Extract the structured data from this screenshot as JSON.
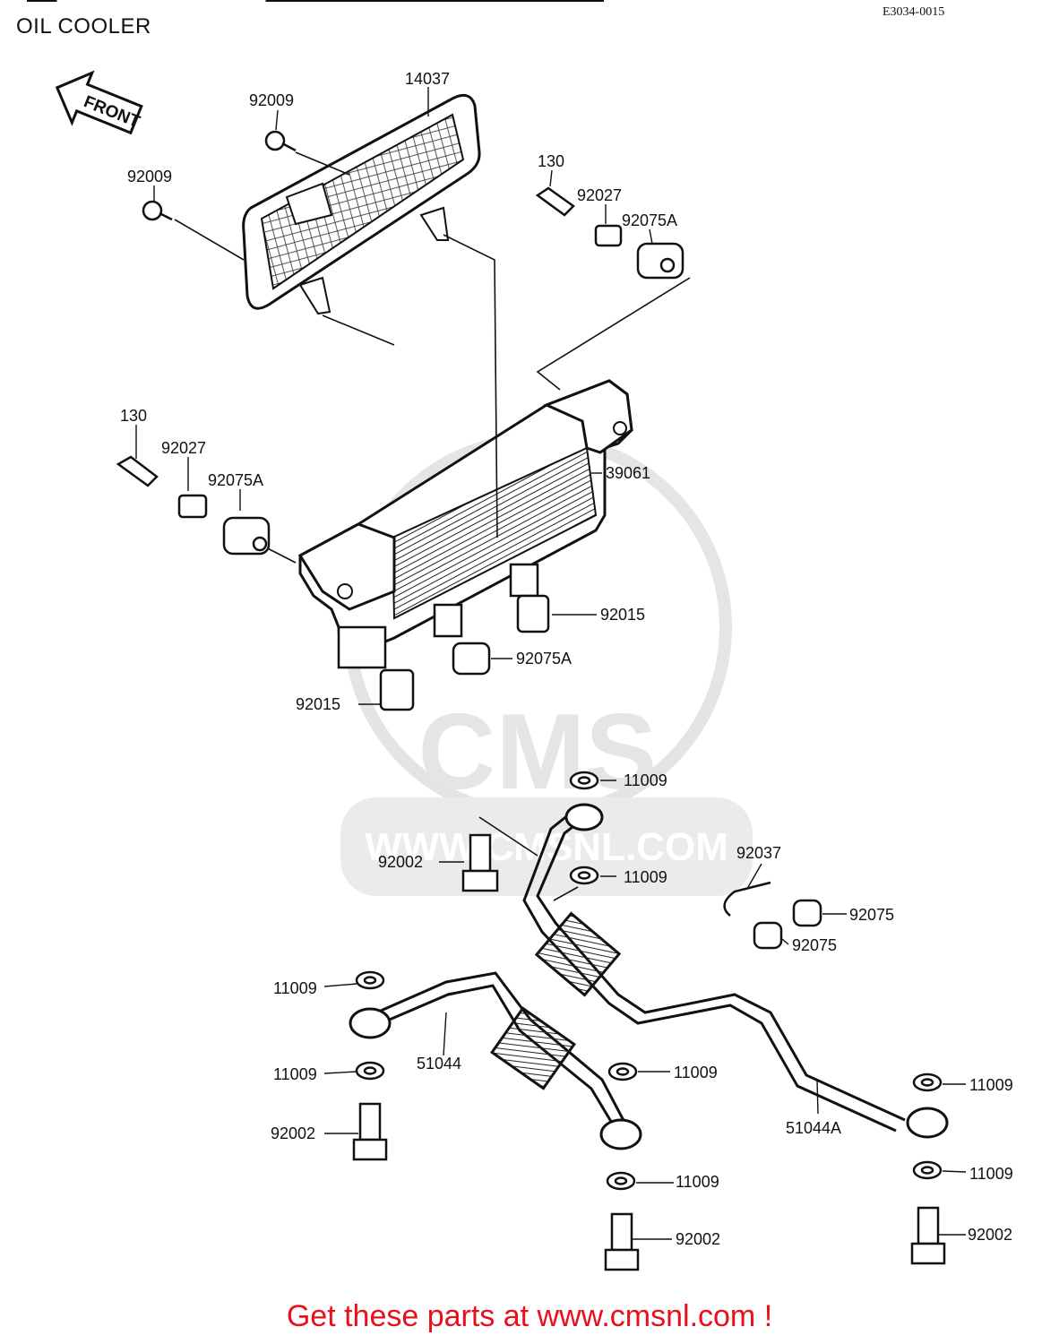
{
  "header": {
    "title": "OIL COOLER",
    "diagram_code": "E3034-0015"
  },
  "front_arrow": "FRONT",
  "watermark": {
    "brand": "CMS",
    "url": "WWW.CMSNL.COM"
  },
  "parts": {
    "p14037": "14037",
    "p92009_a": "92009",
    "p92009_b": "92009",
    "p130_a": "130",
    "p92027_a": "92027",
    "p92075A_a": "92075A",
    "p130_b": "130",
    "p92027_b": "92027",
    "p92075A_b": "92075A",
    "p39061": "39061",
    "p92015_a": "92015",
    "p92075A_c": "92075A",
    "p92015_b": "92015",
    "p11009_a": "11009",
    "p92002_a": "92002",
    "p11009_b": "11009",
    "p92037": "92037",
    "p92075_a": "92075",
    "p92075_b": "92075",
    "p11009_c": "11009",
    "p51044": "51044",
    "p11009_d": "11009",
    "p11009_e": "11009",
    "p92002_b": "92002",
    "p51044A": "51044A",
    "p11009_f": "11009",
    "p11009_g": "11009",
    "p11009_h": "11009",
    "p92002_c": "92002",
    "p92002_d": "92002"
  },
  "footer": {
    "promo": "Get these parts at www.cmsnl.com !"
  },
  "colors": {
    "ink": "#111111",
    "footer_text": "#e8101a",
    "watermark": "#d9d9d9"
  }
}
